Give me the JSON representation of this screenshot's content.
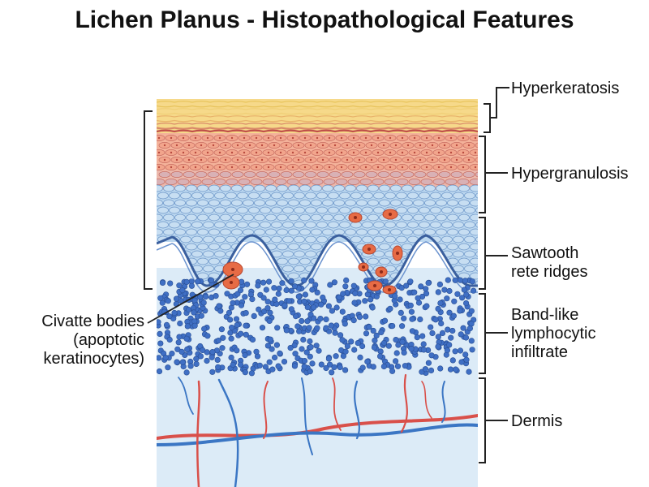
{
  "title": "Lichen Planus - Histopathological Features",
  "labels": {
    "hyperkeratosis": "Hyperkeratosis",
    "hypergranulosis": "Hypergranulosis",
    "sawtooth": [
      "Sawtooth",
      "rete ridges"
    ],
    "band": [
      "Band-like",
      "lymphocytic",
      "infiltrate"
    ],
    "dermis": "Dermis",
    "civatte": [
      "Civatte bodies",
      "(apoptotic",
      "keratinocytes)"
    ]
  },
  "colors": {
    "keratin": "#f3e08a",
    "granular": "#f0a58c",
    "spinous": "#bcd8f0",
    "basal_line": "#3a5f9e",
    "lymphocyte": "#3f6fc4",
    "dermis": "#d9ebf8",
    "vessel_red": "#d9504a",
    "vessel_blue": "#3b76c4",
    "civatte": "#e76b45",
    "bracket": "#222222"
  }
}
